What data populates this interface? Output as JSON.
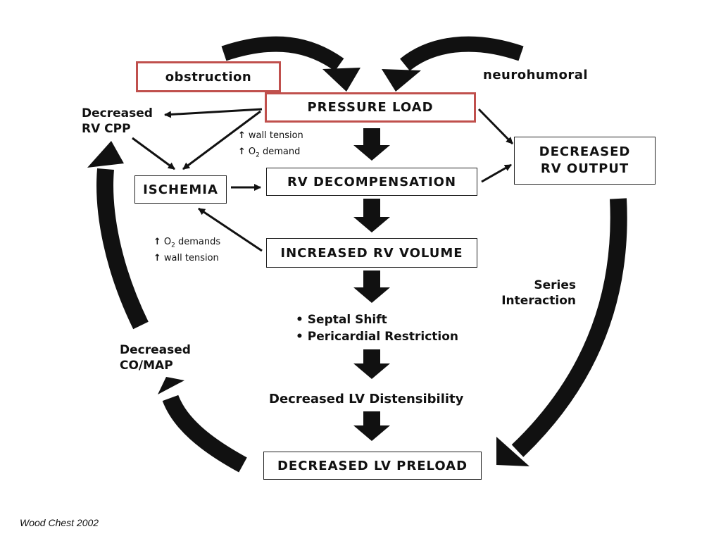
{
  "diagram": {
    "inputs": {
      "obstruction": "obstruction",
      "neurohumoral": "neurohumoral"
    },
    "boxes": {
      "pressure_load": "PRESSURE LOAD",
      "ischemia": "ISCHEMIA",
      "rv_decompensation": "RV DECOMPENSATION",
      "increased_rv_volume": "INCREASED RV VOLUME",
      "decreased_rv_output_line1": "DECREASED",
      "decreased_rv_output_line2": "RV OUTPUT",
      "decreased_lv_preload": "DECREASED LV PRELOAD"
    },
    "labels": {
      "decreased_rv_cpp_line1": "Decreased",
      "decreased_rv_cpp_line2": "RV CPP",
      "decreased_co_map_line1": "Decreased",
      "decreased_co_map_line2": "CO/MAP",
      "series_interaction_line1": "Series",
      "series_interaction_line2": "Interaction",
      "decreased_lv_distensibility": "Decreased LV Distensibility"
    },
    "notes_top": {
      "wall_tension": "wall tension",
      "o2_demand_prefix": "O",
      "o2_demand_sub": "2",
      "o2_demand_suffix": " demand"
    },
    "notes_mid": {
      "o2_demands_prefix": "O",
      "o2_demands_sub": "2",
      "o2_demands_suffix": " demands",
      "wall_tension": "wall tension"
    },
    "up_arrow_glyph": "↑",
    "bullets": [
      "Septal Shift",
      "Pericardial Restriction"
    ],
    "bullet_glyph": "•"
  },
  "citation": "Wood Chest 2002",
  "colors": {
    "highlight": "#c0504d",
    "ink": "#111111"
  }
}
